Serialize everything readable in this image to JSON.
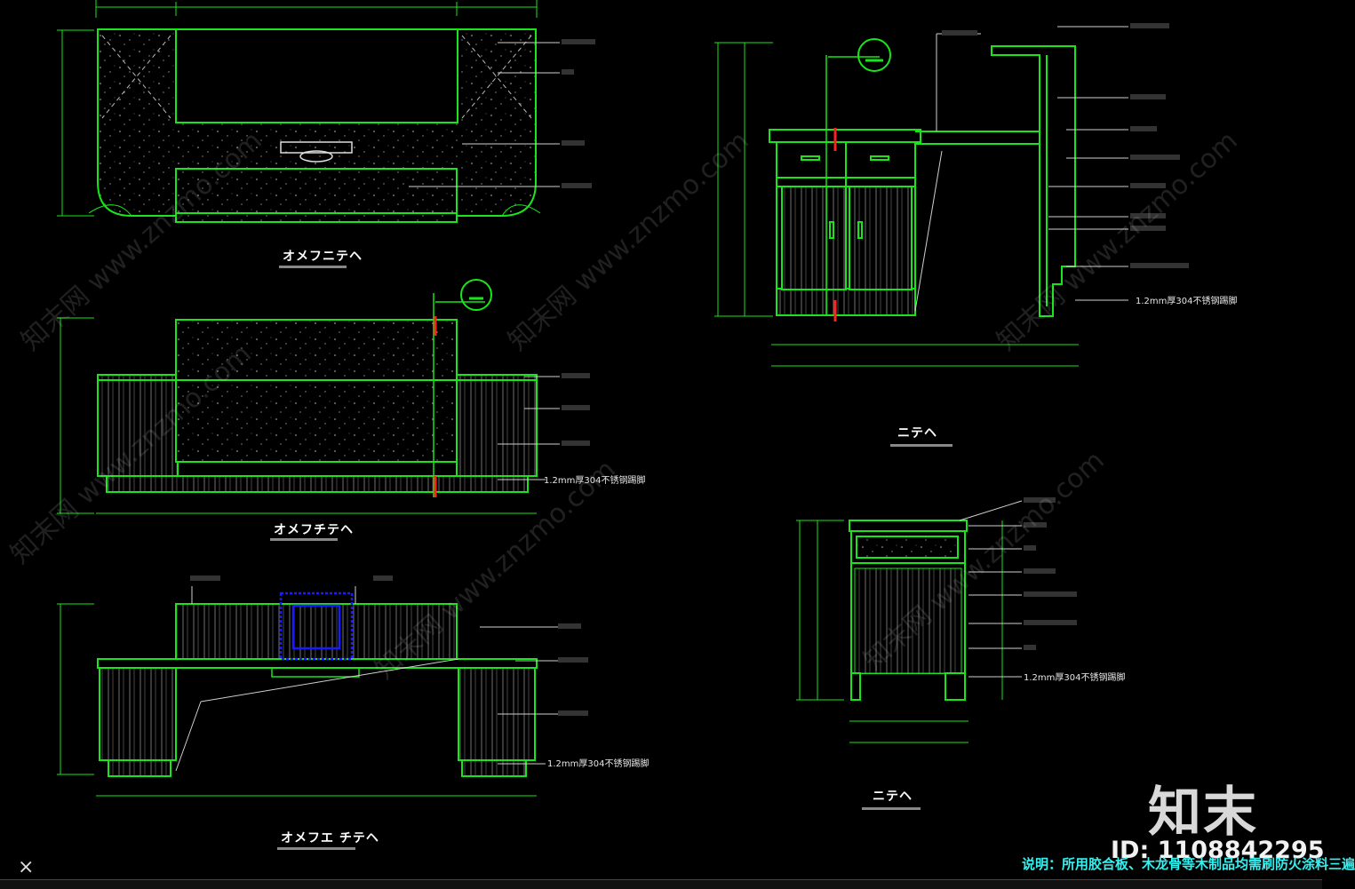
{
  "view_titles": {
    "top_left": "オメフニテヘ",
    "mid_left": "オメフチテヘ",
    "bottom_left": "オメフエ チテヘ",
    "right_section": "ニテヘ",
    "small_section": "ニテヘ"
  },
  "annotation_spec": "1.2mm厚304不锈钢踢脚",
  "note": "说明：所用胶合板、木龙骨等木制品均需刷防火涂料三遍",
  "logo": "知末",
  "image_id": "ID: 1108842295",
  "watermark": "知末网 www.znzmo.com",
  "ucs_icon": "⨯",
  "colors": {
    "line": "#19e619",
    "leader": "#cfcfcf",
    "text": "#e6e6e6",
    "cut_mark": "#ff2020",
    "block": "#1a1aff",
    "note": "#36f0f0"
  }
}
